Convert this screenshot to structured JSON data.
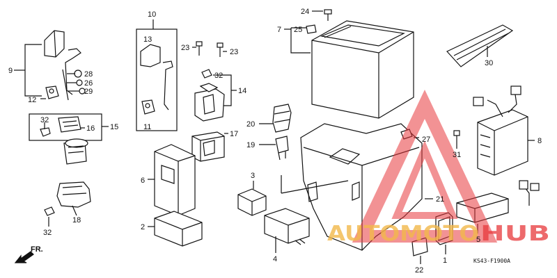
{
  "diagram": {
    "code": "KS43-F1900A",
    "direction_label": "FR.",
    "callouts": {
      "c1": "1",
      "c2": "2",
      "c3": "3",
      "c4": "4",
      "c5": "5",
      "c6": "6",
      "c7": "7",
      "c8": "8",
      "c9": "9",
      "c10": "10",
      "c11": "11",
      "c12": "12",
      "c13": "13",
      "c14": "14",
      "c15": "15",
      "c16": "16",
      "c17": "17",
      "c18": "18",
      "c19": "19",
      "c20": "20",
      "c21": "21",
      "c22": "22",
      "c23a": "23",
      "c23b": "23",
      "c24": "24",
      "c25": "25",
      "c26": "26",
      "c27": "27",
      "c28": "28",
      "c29": "29",
      "c30": "30",
      "c31": "31",
      "c32a": "32",
      "c32b": "32",
      "c32c": "32"
    }
  },
  "watermark": {
    "brand_part1": "AUTOMOTO",
    "brand_part2": "HUB",
    "color_primary": "#e8393c",
    "color_secondary": "#f2b84b"
  }
}
